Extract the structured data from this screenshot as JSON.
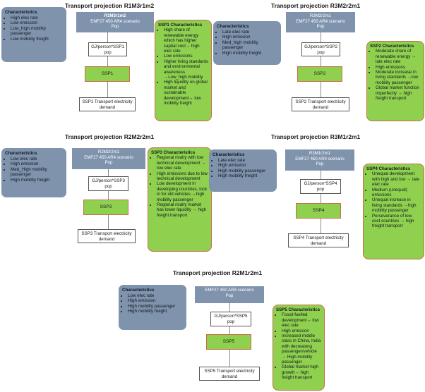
{
  "panels": [
    {
      "title": "Transport projection R1M3r1m2",
      "char_header": "Characteristics",
      "char_items": [
        "High elec rate",
        "Low emission",
        "Low_high mobility passenger",
        "Low mobility freight"
      ],
      "scenario_name": "R1M3r1m2",
      "scenario_desc": "EMF27 450 AR4 scenario",
      "scenario_pop": "Pop",
      "gj": [
        "GJ/person*SSP1",
        "pop"
      ],
      "ssp": "SSP1",
      "demand": [
        "SSP1 Transport electricity",
        "demand"
      ],
      "ssp_header": "SSP1 Characteristics",
      "ssp_items": [
        "High share of renewable energy which has higher capital cost→ high elec rate",
        "Low emissions",
        "Higher living standards and environmental awareness →Low_high mobility",
        "High liquidity on global market and sustainable development→ low mobility freight"
      ]
    },
    {
      "title": "Transport projection R3M2r2m1",
      "char_header": "Characteristics",
      "char_items": [
        "Late elec rate",
        "High emission",
        "Med_high mobility passenger",
        "High mobility freight"
      ],
      "scenario_name": "R3M2r2m1",
      "scenario_desc": "EMF27 450 AR4 scenario",
      "scenario_pop": "Pop",
      "gj": [
        "GJ/person*SSP2",
        "pop"
      ],
      "ssp": "SSP2",
      "demand": [
        "SSP2 Transport electricity",
        "demand"
      ],
      "ssp_header": "SSP2 Characteristics",
      "ssp_items": [
        "Moderate share of renewable energy → late elec rate",
        "High emissions",
        "Moderate increase in living standards →low mobility passenger",
        "Global market function imperfectly → high freight transport"
      ]
    },
    {
      "title": "Transport projection R2M2r2m1",
      "char_header": "Characteristics",
      "char_items": [
        "Low elec rate",
        "High emission",
        "Med_High mobility passenger",
        "High mobility freight"
      ],
      "scenario_name": "R2M2r2m1",
      "scenario_desc": "EMF27 450 AR4 scenario",
      "scenario_pop": "Pop",
      "gj": [
        "GJ/person*SSP3",
        "pop"
      ],
      "ssp": "SSP3",
      "demand": [
        "SSP3 Transport electricity",
        "demand"
      ],
      "ssp_header": "SSP3 Characteristics",
      "ssp_items": [
        "Regional rivalry with low technical development → low elec rate",
        "High emissions due to low technical development",
        "Low development in developing countries, lock in for old vehicles →high mobility passenger",
        "Regional rivalry market has lower liquidity → high freight transport"
      ]
    },
    {
      "title": "Transport projection R3M1r2m1",
      "char_header": "Characteristics",
      "char_items": [
        "Late elec rate",
        "High emission",
        "High mobility passenger",
        "High mobility freight"
      ],
      "scenario_name": "R3M1r2m1",
      "scenario_desc": "EMF27 450 AR4 scenario",
      "scenario_pop": "Pop",
      "gj": [
        "GJ/person*SSP4",
        "pop"
      ],
      "ssp": "SSP4",
      "demand": [
        "SSP4 Transport electricity",
        "demand"
      ],
      "ssp_header": "SSP4 Characteristics",
      "ssp_items": [
        "Unequal development with high and low → late elec rate",
        "Medium (unequal) emissions",
        "Unequal increase in living standards →high mobility passenger",
        "Perseverance of low cost countries → high freight transport"
      ]
    },
    {
      "title": "Transport projection R2M1r2m1",
      "char_header": "Characteristics",
      "char_items": [
        "Low elec rate",
        "High emission",
        "High mobility passenger",
        "High mobility freight"
      ],
      "scenario_name": "",
      "scenario_desc": "EMF27 450 AR4 scenario",
      "scenario_pop": "Pop",
      "gj": [
        "GJ/person*SSP5",
        "pop"
      ],
      "ssp": "SSP5",
      "demand": [
        "SSP5 Transport electricity",
        "demand"
      ],
      "ssp_header": "SSP5 Characteristics",
      "ssp_items": [
        "Fossil-fuelled development→ low elec rate",
        "High emission",
        "Increased middle class in China, India with decreasing passenger/vehicle → High mobility passenger",
        "Global market high growth→ high freight transport"
      ]
    }
  ]
}
